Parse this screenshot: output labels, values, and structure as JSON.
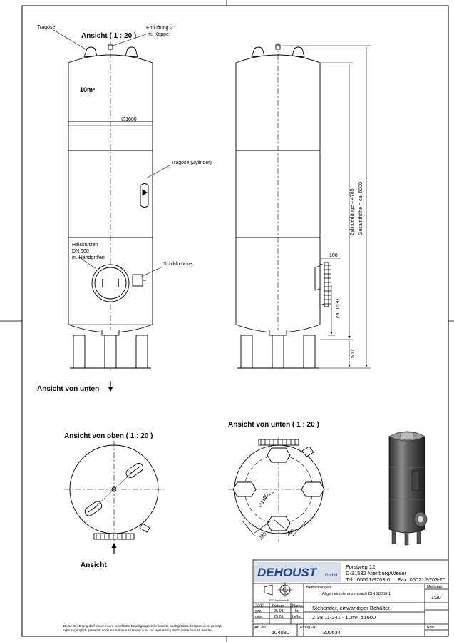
{
  "front_view": {
    "title": "Ansicht ( 1 : 20 )",
    "lifting_lug_label": "Tragöse",
    "vent_label_1": "Entlüftung 2\"",
    "vent_label_2": "m. Kappe",
    "volume": "10m³",
    "diameter": "∅1600",
    "cylinder_lug_label": "Tragöse (Zylinder)",
    "manhole_label_1": "Halsstutzen",
    "manhole_label_2": "DN 600",
    "manhole_label_3": "m. Handgriffen",
    "nameplate_label": "Schildbrücke",
    "bottom_arrow_label": "Ansicht von unten"
  },
  "side_view": {
    "dim_100": "100",
    "dim_1530": "ca. 1530",
    "dim_500": "500",
    "dim_cylinder": "Zylinderlänge = 4785",
    "dim_total": "Gesamthöhe = ca. 6000"
  },
  "top_view": {
    "title": "Ansicht von oben ( 1 : 20 )",
    "arrow_label": "Ansicht"
  },
  "bottom_view": {
    "title": "Ansicht von unten ( 1 : 20 )",
    "dim_pcd": "∅1150",
    "dim_280_a": "280",
    "dim_280_b": "280"
  },
  "title_block": {
    "company": "DEHOUST",
    "company_suffix": "GmbH",
    "street": "Forstweg 12",
    "city": "D-31582 Nienburg/Weser",
    "phone": "Tel.: 05021/9703-0",
    "fax": "Fax: 05021/9703-70",
    "iso_label": "ISO Methode E",
    "remarks_label": "Bemerkungen:",
    "tolerance_note": "Allgemeintoleranzen nach DIN 28005-1",
    "year": "2013",
    "date_header": "Datum",
    "name_header": "Name",
    "drawn_label": "gez.",
    "drawn_date": "25.01.",
    "drawn_name": "ko",
    "checked_label": "gepr.",
    "checked_date": "25.01.",
    "checked_name": "be/bo",
    "description_1": "Stehender, einwandiger Behälter",
    "description_2": "Z.38.11-241 - 10m³, ø1600",
    "scale_label": "Maßstab",
    "scale_value": "1:20",
    "article_label": "Art.-Nr.",
    "article_value": "104030",
    "drawing_label": "Zchng.-Nr.",
    "drawing_value": "200634",
    "revision_label": "Rev.",
    "copyright_1": "Diese Zeichnung darf ohne unsere schriftliche Bewilligung weder kopiert, nachgebildet, Drittpersonen gezeigt",
    "copyright_2": "oder zugänglich gemacht, noch zur Selbstausführung oder zur Herstellung durch Dritte benutzt werden."
  }
}
